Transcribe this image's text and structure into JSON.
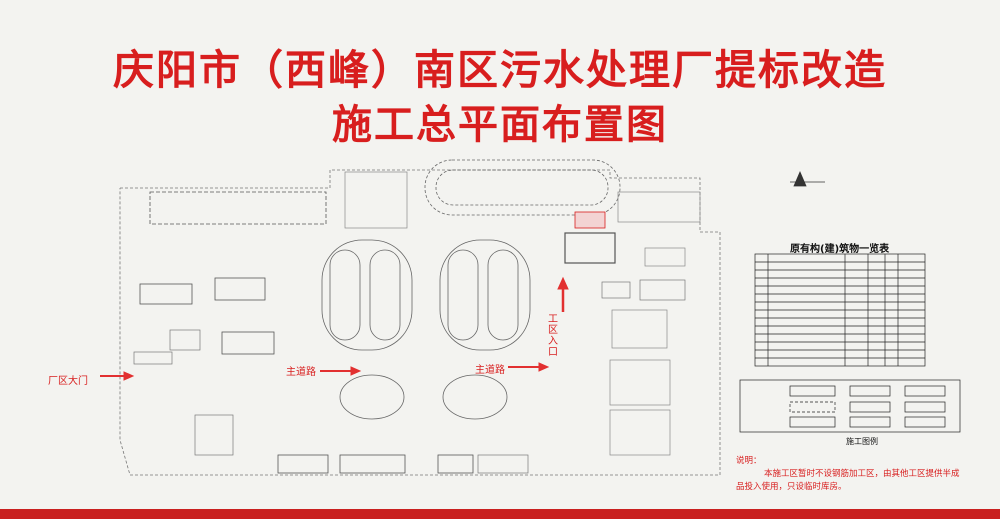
{
  "title_line1": "庆阳市（西峰）南区污水处理厂提标改造",
  "title_line2": "施工总平面布置图",
  "labels": {
    "factory_gate": "厂区大门",
    "main_road_1": "主道路",
    "main_road_2": "主道路",
    "work_entry": "工区入口",
    "table_title": "原有构(建)筑物一览表",
    "legend_caption": "施工图例",
    "notes_head": "说明：",
    "notes_body": "本施工区暂时不设钢筋加工区，由其他工区提供半成品投入使用，只设临时库房。"
  },
  "colors": {
    "title": "#d81e1e",
    "arrow": "#e23030",
    "line": "#555555"
  }
}
